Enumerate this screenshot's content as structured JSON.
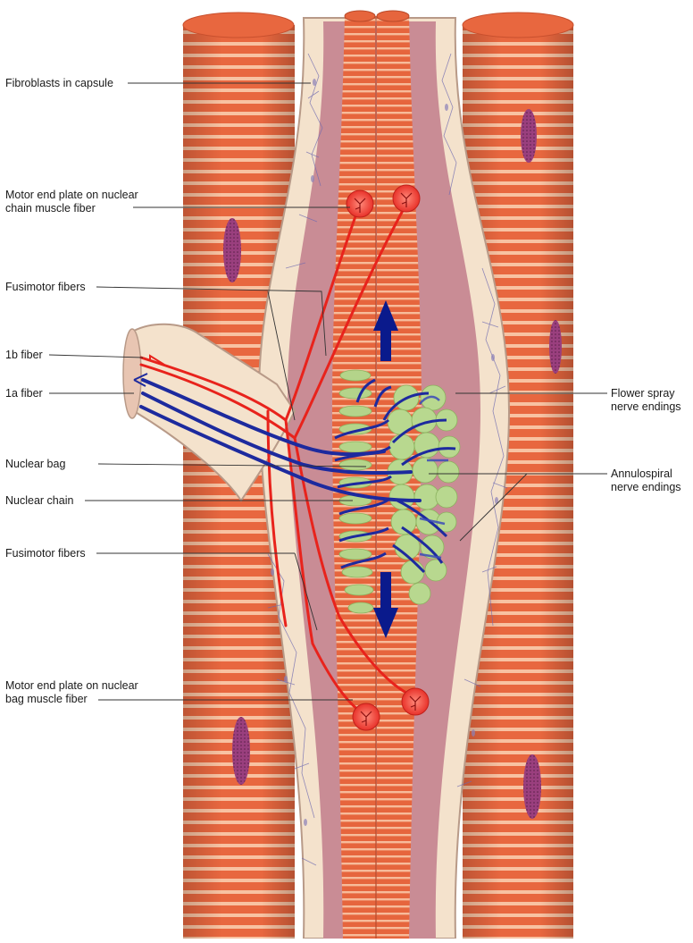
{
  "labels": {
    "fibroblasts": "Fibroblasts in capsule",
    "motor_chain_1": "Motor end plate on nuclear",
    "motor_chain_2": "chain muscle fiber",
    "fusimotor_top": "Fusimotor fibers",
    "fiber_1b": "1b fiber",
    "fiber_1a": "1a fiber",
    "nuclear_bag": "Nuclear bag",
    "nuclear_chain": "Nuclear chain",
    "fusimotor_bottom": "Fusimotor fibers",
    "motor_bag_1": "Motor end plate on nuclear",
    "motor_bag_2": "bag muscle fiber",
    "flower_spray_1": "Flower spray",
    "flower_spray_2": "nerve endings",
    "annulospiral_1": "Annulospiral",
    "annulospiral_2": "nerve endings"
  },
  "colors": {
    "muscle_dark": "#e8673f",
    "muscle_light": "#f8c2a2",
    "capsule": "#f4e2cc",
    "capsule_outline": "#b89a88",
    "inner_space": "#c98c95",
    "motor_nerve": "#e8231c",
    "sensory_nerve": "#1d2a9e",
    "nuclei_green": "#b4d48a",
    "stretch_arrow": "#0a1a8c",
    "nucleus_purple": "#8a3a78"
  }
}
